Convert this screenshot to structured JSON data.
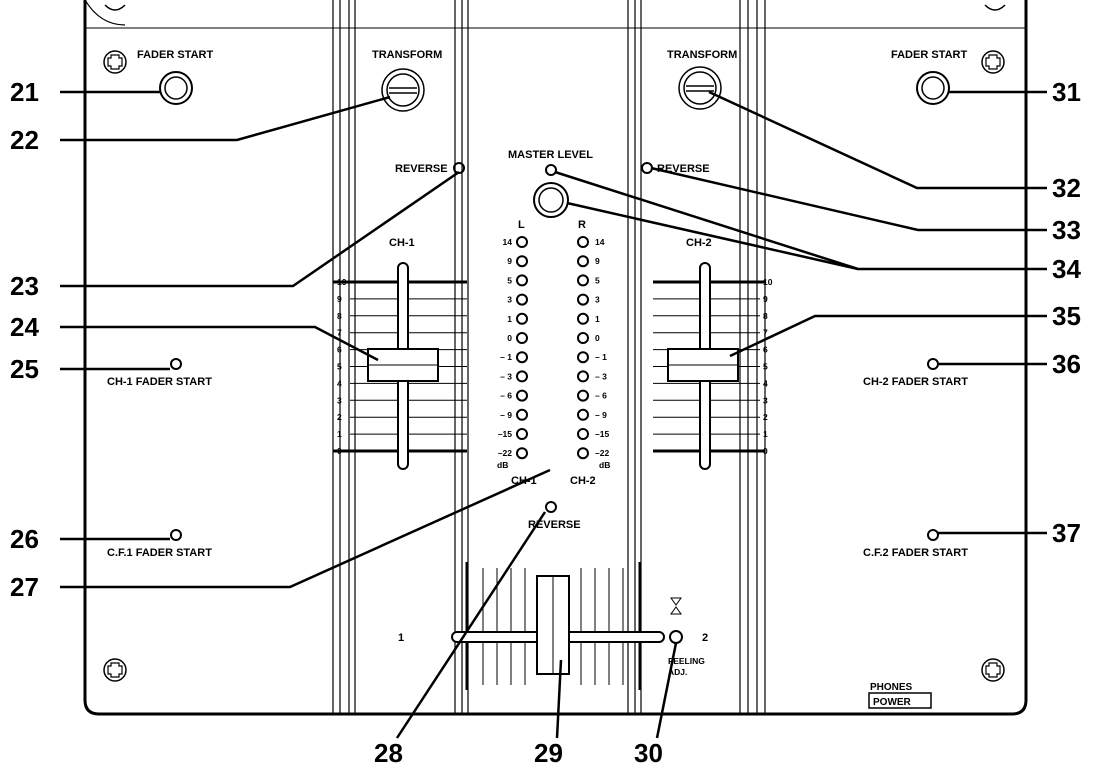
{
  "panel": {
    "fader_start_left": "FADER START",
    "fader_start_right": "FADER START",
    "transform_left": "TRANSFORM",
    "transform_right": "TRANSFORM",
    "reverse_left": "REVERSE",
    "reverse_right": "REVERSE",
    "master_level": "MASTER LEVEL",
    "ch1_label": "CH-1",
    "ch2_label": "CH-2",
    "meter_left_label": "L",
    "meter_right_label": "R",
    "meter_scale": [
      "14",
      "9",
      "5",
      "3",
      "1",
      "0",
      "– 1",
      "– 3",
      "– 6",
      "– 9",
      "–15",
      "–22"
    ],
    "meter_unit": "dB",
    "meter_ch1": "CH-1",
    "meter_ch2": "CH-2",
    "fader_scale": [
      "10",
      "9",
      "8",
      "7",
      "6",
      "5",
      "4",
      "3",
      "2",
      "1",
      "0"
    ],
    "ch1_fader_start": "CH-1 FADER START",
    "ch2_fader_start": "CH-2 FADER START",
    "cf1_fader_start": "C.F.1  FADER START",
    "cf2_fader_start": "C.F.2  FADER START",
    "reverse_center": "REVERSE",
    "crossfader_left": "1",
    "crossfader_right": "2",
    "feeling_adj_line1": "FEELING",
    "feeling_adj_line2": "ADJ.",
    "phones": "PHONES",
    "power": "POWER"
  },
  "callouts": [
    "21",
    "22",
    "23",
    "24",
    "25",
    "26",
    "27",
    "28",
    "29",
    "30",
    "31",
    "32",
    "33",
    "34",
    "35",
    "36",
    "37"
  ]
}
